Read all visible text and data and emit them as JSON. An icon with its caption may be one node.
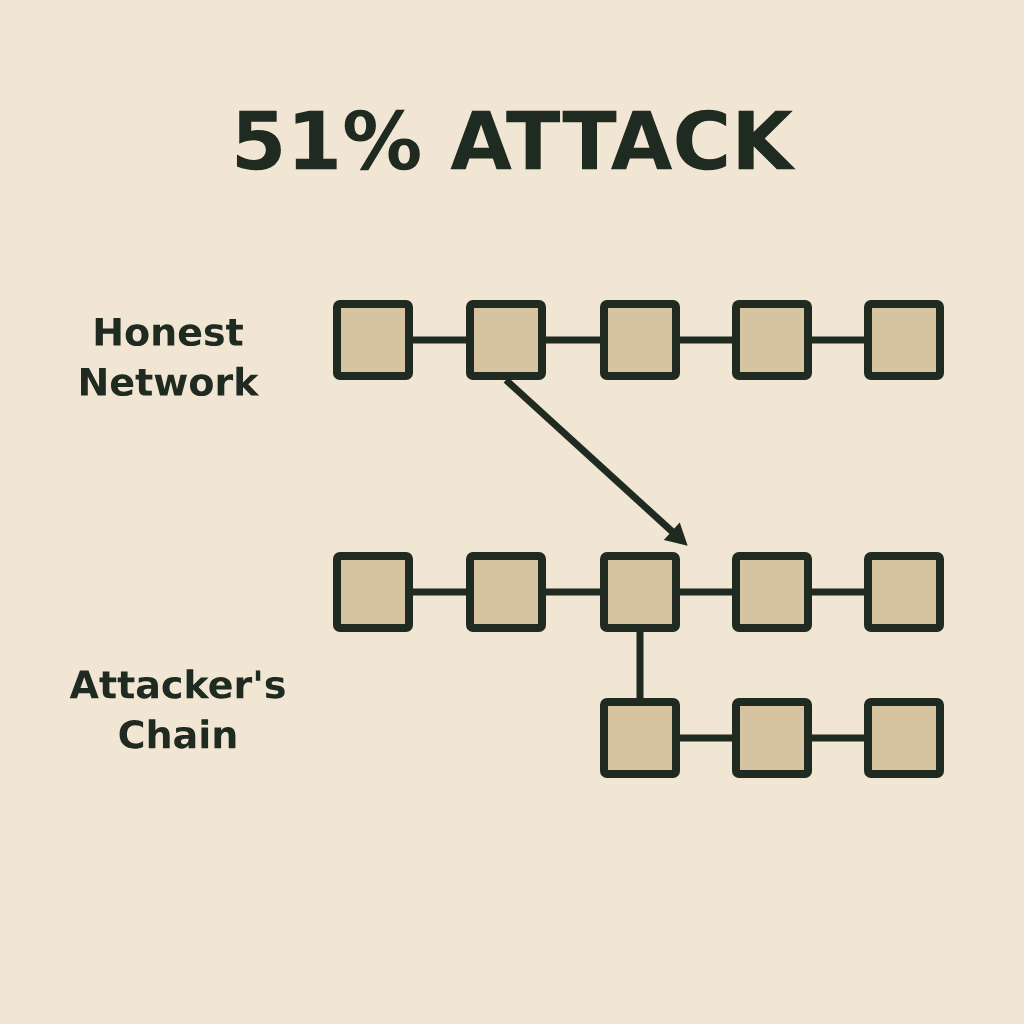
{
  "diagram": {
    "title": "51% ATTACK",
    "nodes": [
      {
        "text": [],
        "shape": "box"
      },
      {
        "text": [],
        "shape": "box"
      },
      {
        "text": [],
        "shape": "box"
      },
      {
        "text": [],
        "shape": "box"
      },
      {
        "text": [],
        "shape": "box"
      },
      {
        "text": [],
        "shape": "box"
      },
      {
        "text": [],
        "shape": "box"
      },
      {
        "text": [],
        "shape": "box"
      },
      {
        "text": [],
        "shape": "box"
      },
      {
        "text": [],
        "shape": "box"
      },
      {
        "text": [],
        "shape": "box"
      },
      {
        "text": [],
        "shape": "box"
      },
      {
        "text": [],
        "shape": "box"
      }
    ],
    "edges": [
      {
        "from": 0,
        "to": 1,
        "arrow": "none"
      },
      {
        "from": 1,
        "to": 2,
        "arrow": "none"
      },
      {
        "from": 2,
        "to": 3,
        "arrow": "none"
      },
      {
        "from": 3,
        "to": 4,
        "arrow": "none"
      },
      {
        "from": 1,
        "to": 7,
        "arrow": "to"
      },
      {
        "from": 5,
        "to": 6,
        "arrow": "none"
      },
      {
        "from": 6,
        "to": 7,
        "arrow": "none"
      },
      {
        "from": 7,
        "to": 8,
        "arrow": "none"
      },
      {
        "from": 8,
        "to": 9,
        "arrow": "none"
      },
      {
        "from": 7,
        "to": 10,
        "arrow": "none"
      },
      {
        "from": 10,
        "to": 11,
        "arrow": "none"
      },
      {
        "from": 11,
        "to": 12,
        "arrow": "none"
      }
    ],
    "labels": [
      "Honest Network",
      "Attacker's Chain"
    ]
  }
}
